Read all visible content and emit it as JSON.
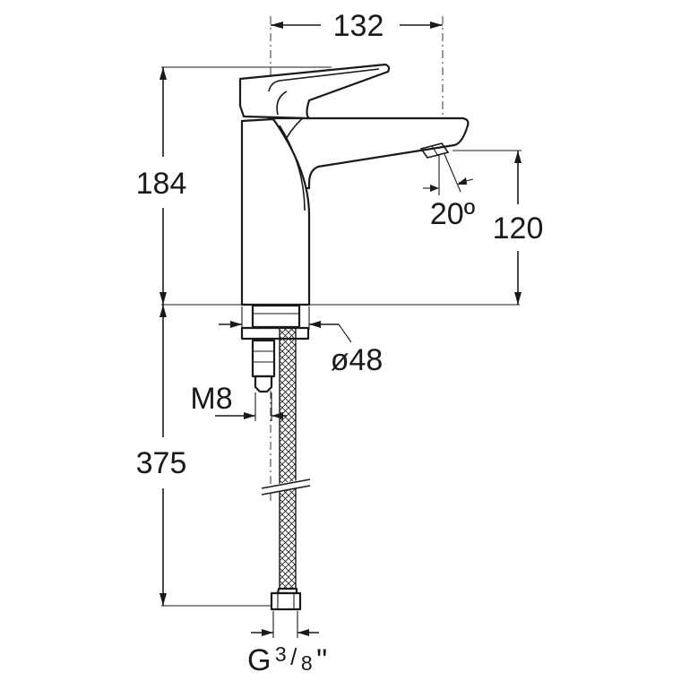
{
  "dimensions": {
    "spout_reach": "132",
    "body_height": "184",
    "angle": "20º",
    "outlet_height": "120",
    "diameter": "ø48",
    "thread": "M8",
    "hose_length": "375",
    "connection_main": "G",
    "connection_num": "3",
    "connection_sep": "/",
    "connection_den": "8",
    "connection_unit": "\""
  },
  "colors": {
    "line": "#1a1a1a",
    "background": "#ffffff"
  }
}
